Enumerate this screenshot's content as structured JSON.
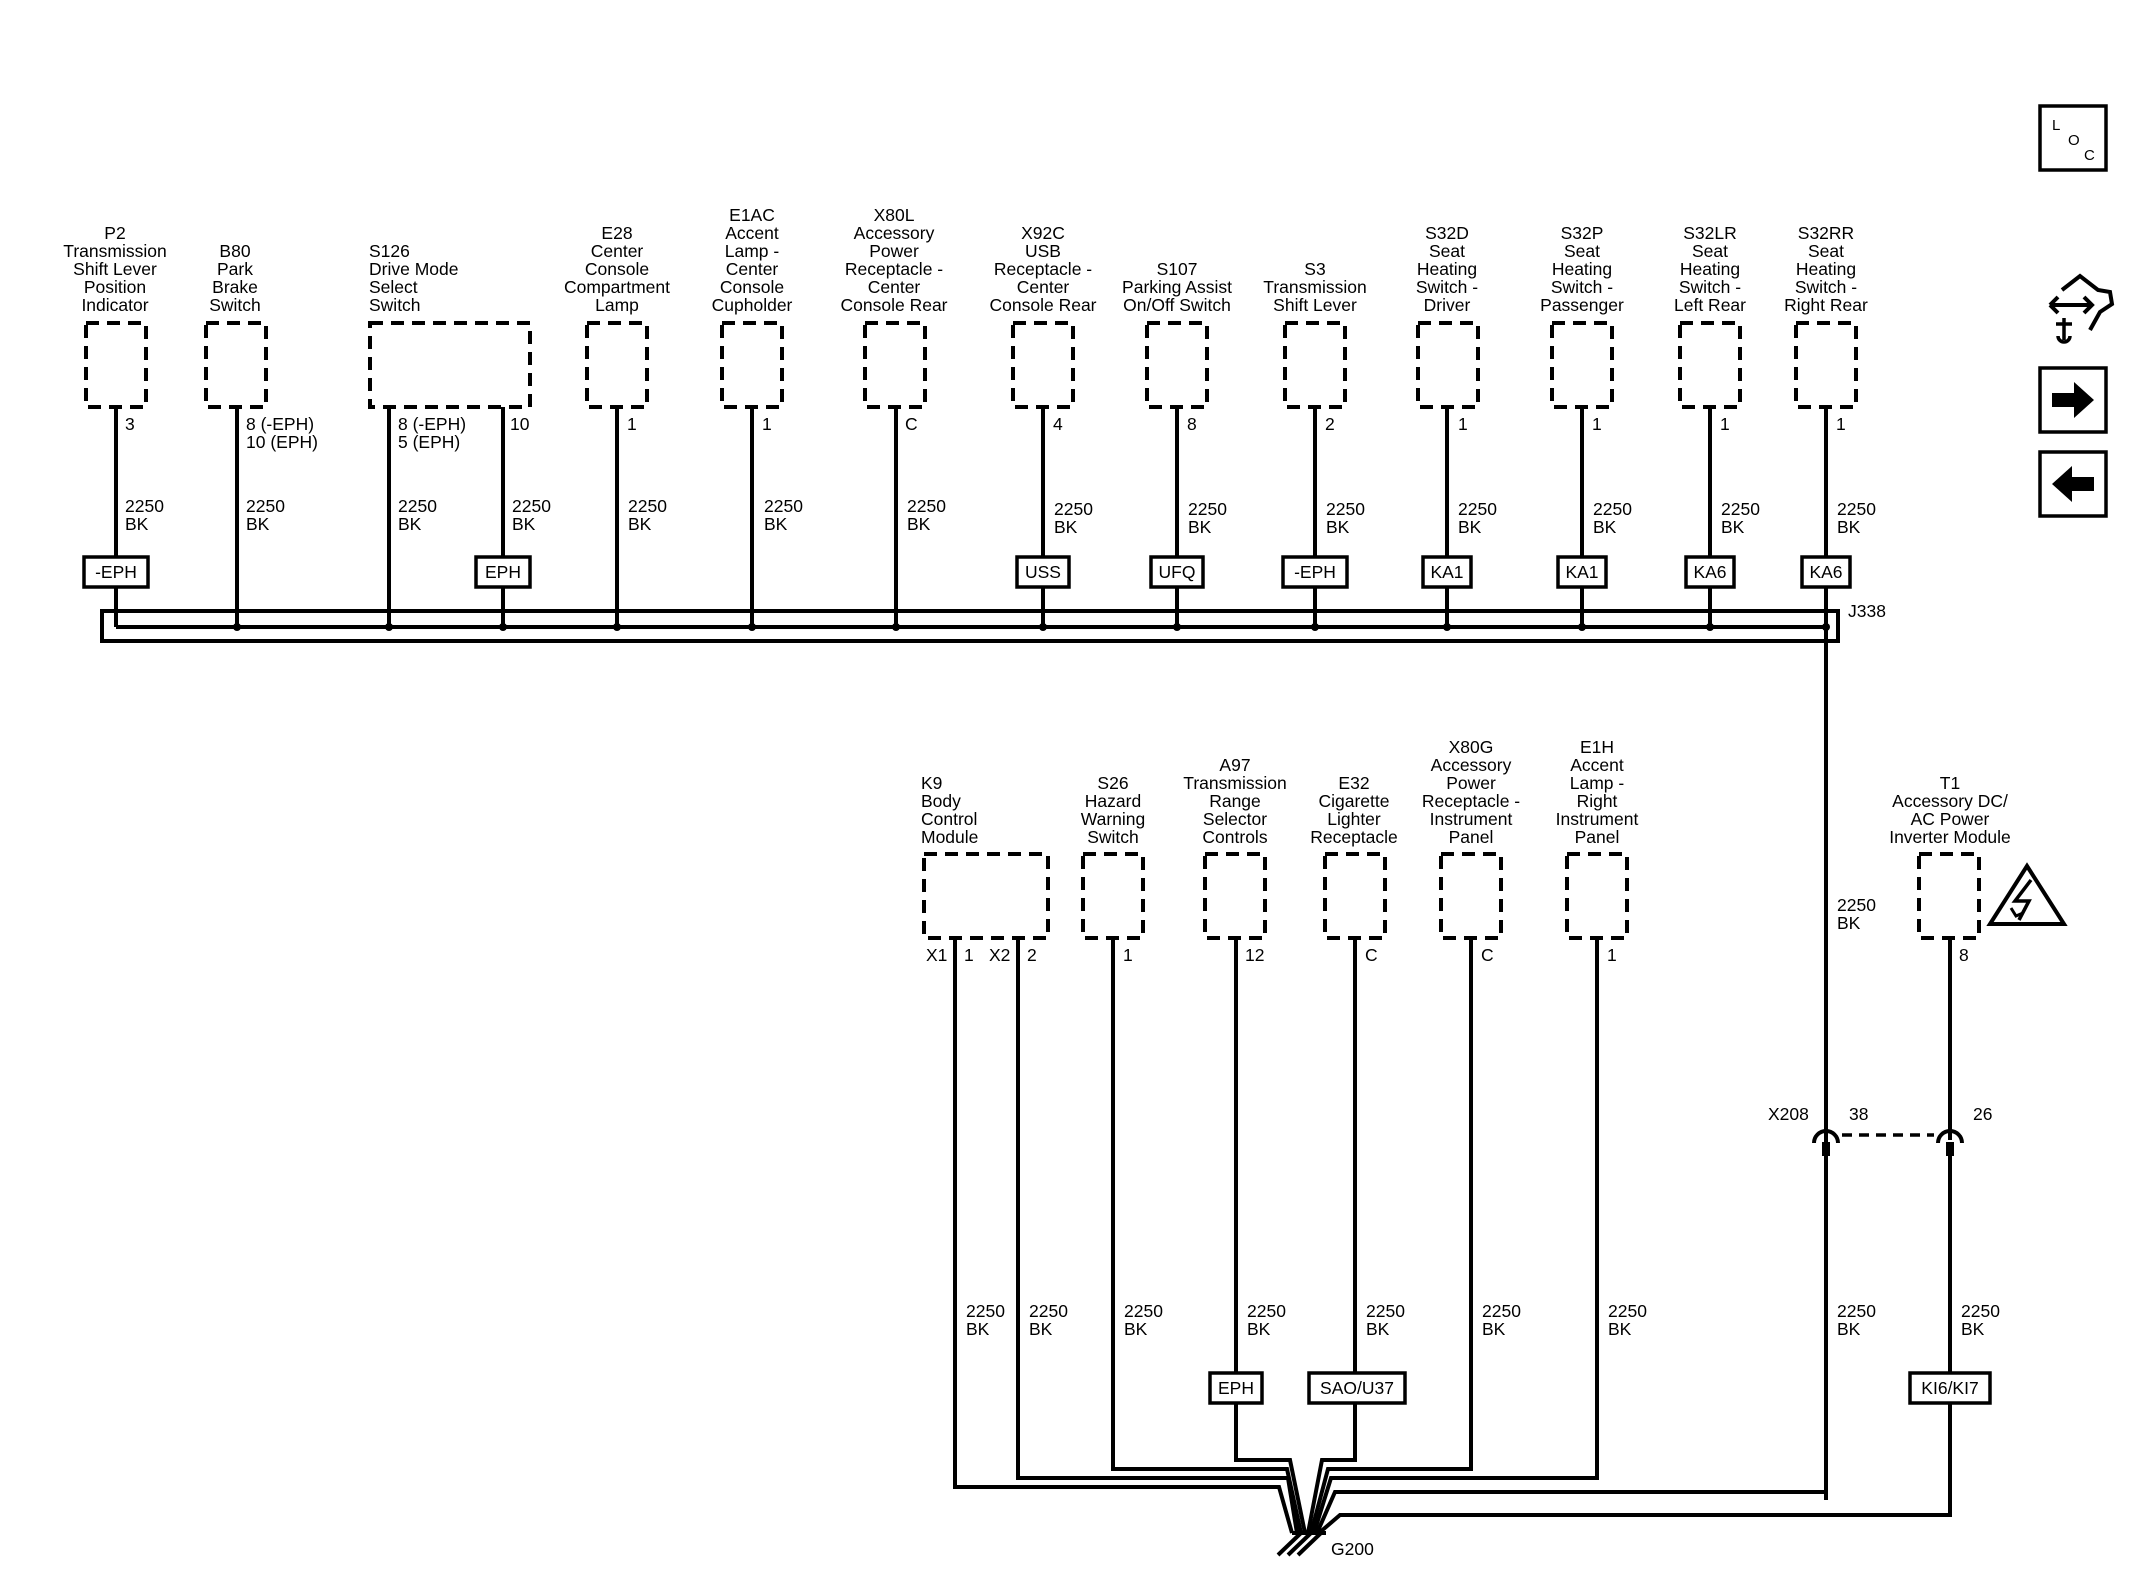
{
  "colors": {
    "ink": "#000000",
    "background": "#ffffff"
  },
  "wire_spec": {
    "gauge": "2250",
    "color": "BK"
  },
  "splice": {
    "name": "J338"
  },
  "ground": {
    "name": "G200",
    "icon": "ground-icon"
  },
  "inline_connector": {
    "name": "X208",
    "pin_left": "38",
    "pin_right": "26"
  },
  "nav": {
    "loc_letters": [
      "L",
      "O",
      "C"
    ],
    "components_icon": "component-locator-icon",
    "next_icon": "arrow-right-icon",
    "prev_icon": "arrow-left-icon"
  },
  "top_components": [
    {
      "id": "P2",
      "lines": [
        "P2",
        "Transmission",
        "Shift Lever",
        "Position",
        "Indicator"
      ],
      "pins": [
        "3"
      ],
      "option": "-EPH"
    },
    {
      "id": "B80",
      "lines": [
        "B80",
        "Park",
        "Brake",
        "Switch"
      ],
      "pins": [
        "8 (-EPH)",
        "10 (EPH)"
      ],
      "option": ""
    },
    {
      "id": "S126",
      "lines": [
        "S126",
        "Drive Mode",
        "Select",
        "Switch"
      ],
      "pins": [
        "8 (-EPH)",
        "5 (EPH)",
        "10"
      ],
      "option": "EPH"
    },
    {
      "id": "E28",
      "lines": [
        "E28",
        "Center",
        "Console",
        "Compartment",
        "Lamp"
      ],
      "pins": [
        "1"
      ],
      "option": ""
    },
    {
      "id": "E1AC",
      "lines": [
        "E1AC",
        "Accent",
        "Lamp -",
        "Center",
        "Console",
        "Cupholder"
      ],
      "pins": [
        "1"
      ],
      "option": ""
    },
    {
      "id": "X80L",
      "lines": [
        "X80L",
        "Accessory",
        "Power",
        "Receptacle -",
        "Center",
        "Console Rear"
      ],
      "pins": [
        "C"
      ],
      "option": ""
    },
    {
      "id": "X92C",
      "lines": [
        "X92C",
        "USB",
        "Receptacle -",
        "Center",
        "Console Rear"
      ],
      "pins": [
        "4"
      ],
      "option": "USS"
    },
    {
      "id": "S107",
      "lines": [
        "S107",
        "Parking Assist",
        "On/Off Switch"
      ],
      "pins": [
        "8"
      ],
      "option": "UFQ"
    },
    {
      "id": "S3",
      "lines": [
        "S3",
        "Transmission",
        "Shift Lever"
      ],
      "pins": [
        "2"
      ],
      "option": "-EPH"
    },
    {
      "id": "S32D",
      "lines": [
        "S32D",
        "Seat",
        "Heating",
        "Switch -",
        "Driver"
      ],
      "pins": [
        "1"
      ],
      "option": "KA1"
    },
    {
      "id": "S32P",
      "lines": [
        "S32P",
        "Seat",
        "Heating",
        "Switch -",
        "Passenger"
      ],
      "pins": [
        "1"
      ],
      "option": "KA1"
    },
    {
      "id": "S32LR",
      "lines": [
        "S32LR",
        "Seat",
        "Heating",
        "Switch -",
        "Left Rear"
      ],
      "pins": [
        "1"
      ],
      "option": "KA6"
    },
    {
      "id": "S32RR",
      "lines": [
        "S32RR",
        "Seat",
        "Heating",
        "Switch -",
        "Right Rear"
      ],
      "pins": [
        "1"
      ],
      "option": "KA6"
    }
  ],
  "bottom_components": [
    {
      "id": "K9",
      "lines": [
        "K9",
        "Body",
        "Control",
        "Module"
      ],
      "pins": [
        "X1",
        "1",
        "X2",
        "2"
      ],
      "option": ""
    },
    {
      "id": "S26",
      "lines": [
        "S26",
        "Hazard",
        "Warning",
        "Switch"
      ],
      "pins": [
        "1"
      ],
      "option": ""
    },
    {
      "id": "A97",
      "lines": [
        "A97",
        "Transmission",
        "Range",
        "Selector",
        "Controls"
      ],
      "pins": [
        "12"
      ],
      "option": "EPH"
    },
    {
      "id": "E32",
      "lines": [
        "E32",
        "Cigarette",
        "Lighter",
        "Receptacle"
      ],
      "pins": [
        "C"
      ],
      "option": "SAO/U37"
    },
    {
      "id": "X80G",
      "lines": [
        "X80G",
        "Accessory",
        "Power",
        "Receptacle -",
        "Instrument",
        "Panel"
      ],
      "pins": [
        "C"
      ],
      "option": ""
    },
    {
      "id": "E1H",
      "lines": [
        "E1H",
        "Accent",
        "Lamp -",
        "Right",
        "Instrument",
        "Panel"
      ],
      "pins": [
        "1"
      ],
      "option": ""
    },
    {
      "id": "T1",
      "lines": [
        "T1",
        "Accessory DC/",
        "AC Power",
        "Inverter Module"
      ],
      "pins": [
        "8"
      ],
      "option": "KI6/KI7",
      "icon": "high-voltage-warning-icon"
    }
  ]
}
